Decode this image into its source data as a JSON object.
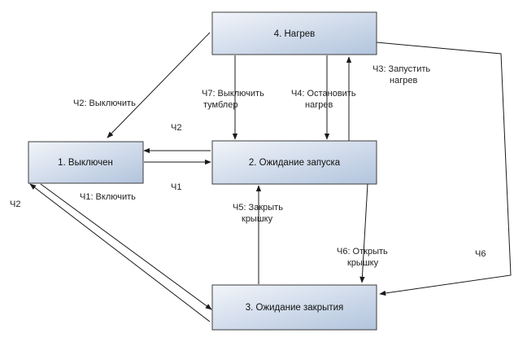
{
  "states": {
    "s1": {
      "label": "1. Выключен"
    },
    "s2": {
      "label": "2. Ожидание запуска"
    },
    "s3": {
      "label": "3. Ожидание закрытия"
    },
    "s4": {
      "label": "4. Нагрев"
    }
  },
  "transitions": {
    "s2_to_s1": {
      "label": "Ч2"
    },
    "s1_to_s2": {
      "label": "Ч1"
    },
    "s4_to_s1": {
      "label": "Ч2: Выключить"
    },
    "s1_to_s3": {
      "label": "Ч1: Включить"
    },
    "s3_to_s1": {
      "label": "Ч2"
    },
    "s4_to_s2_switch": {
      "lines": [
        "Ч7: Выключить",
        "тумблер"
      ]
    },
    "s4_to_s2_stop": {
      "lines": [
        "Ч4: Остановить",
        "нагрев"
      ]
    },
    "s2_to_s4": {
      "lines": [
        "Ч3: Запустить",
        "нагрев"
      ]
    },
    "s3_to_s2": {
      "lines": [
        "Ч5: Закрыть",
        "крышку"
      ]
    },
    "s2_to_s3": {
      "lines": [
        "Ч6: Открыть",
        "крышку"
      ]
    },
    "s4_to_s3": {
      "label": "Ч6"
    }
  },
  "colors": {
    "box_fill_light": "#eef2f8",
    "box_fill_dark": "#b4c6df",
    "box_border": "#3c3c3c",
    "arrow": "#1a1a1a"
  }
}
